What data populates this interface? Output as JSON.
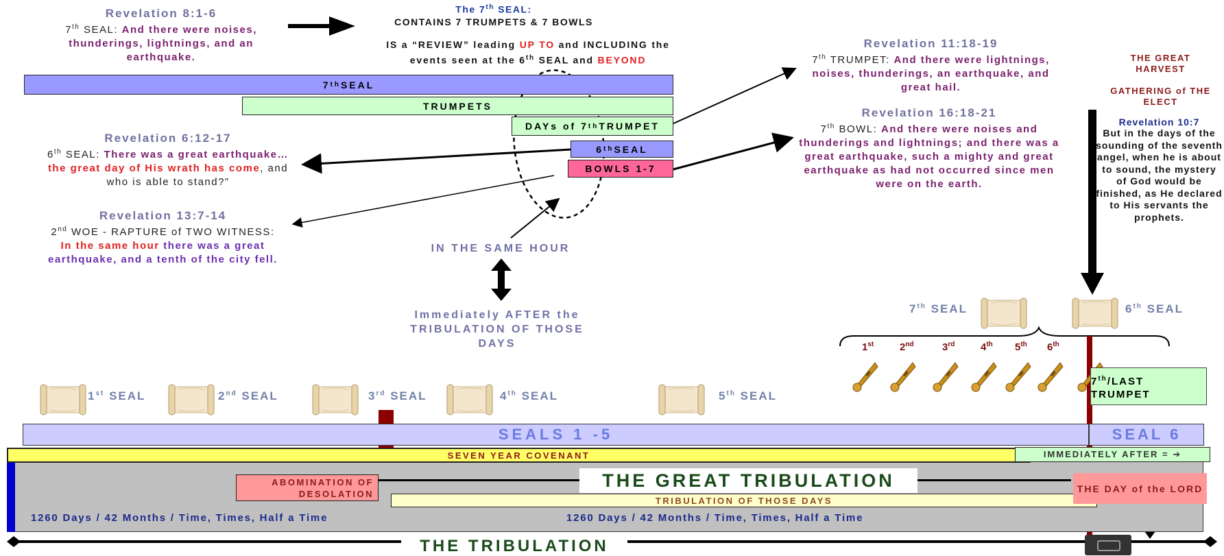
{
  "top": {
    "seal7_title_a": "The 7",
    "seal7_title_sup": "th",
    "seal7_title_b": " SEAL:",
    "contains": "CONTAINS  7 TRUMPETS & 7 BOWLS",
    "review_a": "IS a “REVIEW” leading ",
    "review_upto": "UP TO",
    "review_b": " and INCLUDING the",
    "review_c": "events seen at the 6",
    "review_c_sup": "th",
    "review_d": " SEAL and ",
    "review_beyond": "BEYOND"
  },
  "rev8": {
    "ref": "Revelation 8:1-6",
    "lead": "7",
    "lead_sup": "th",
    "lead_b": " SEAL: ",
    "text": "And there were noises, thunderings, lightnings, and an earthquake."
  },
  "rev6": {
    "ref": "Revelation 6:12-17",
    "lead": "6",
    "lead_sup": "th",
    "lead_b": " SEAL: ",
    "text_a": "There was a great earthquake… ",
    "text_red": "the great day of His wrath has come",
    "text_b": ", and who is able to stand?”"
  },
  "rev13": {
    "ref": "Revelation 13:7-14",
    "lead": "2",
    "lead_sup": "nd",
    "lead_b": " WOE - RAPTURE of TWO WITNESS:",
    "text_red": "In the same hour",
    "text_a": " there was a great earthquake, and a tenth of the city fell."
  },
  "rev11": {
    "ref": "Revelation 11:18-19",
    "lead": "7",
    "lead_sup": "th",
    "lead_b": " TRUMPET: ",
    "text": "And there were lightnings, noises, thunderings, an earthquake, and great hail."
  },
  "rev16": {
    "ref": "Revelation 16:18-21",
    "lead": "7",
    "lead_sup": "th",
    "lead_b": " BOWL:  ",
    "text": "And there were noises and thunderings and lightnings; and there was a great earthquake, such a mighty and great earthquake as had not occurred since men were on the earth."
  },
  "harvest": {
    "line1": "THE GREAT HARVEST",
    "line2": "GATHERING of THE ELECT",
    "ref": "Revelation 10:7",
    "text": "But in the days of the sounding of the seventh angel, when he is about to sound, the mystery of God would be finished, as He declared to His servants the prophets."
  },
  "bars": {
    "seal7": "7",
    "seal7_sup": "th",
    "seal7_b": " SEAL",
    "trumpets": "TRUMPETS",
    "days7": "DAYs of 7",
    "days7_sup": "th",
    "days7_b": " TRUMPET",
    "seal6": "6",
    "seal6_sup": "th",
    "seal6_b": " SEAL",
    "bowls": "BOWLS 1-7"
  },
  "middle": {
    "same_hour": "IN THE SAME HOUR",
    "immediately": "Immediately AFTER the TRIBULATION OF THOSE DAYS"
  },
  "seals_row": [
    {
      "n": "1",
      "sup": "st",
      "b": " SEAL"
    },
    {
      "n": "2",
      "sup": "nd",
      "b": " SEAL"
    },
    {
      "n": "3",
      "sup": "rd",
      "b": " SEAL"
    },
    {
      "n": "4",
      "sup": "th",
      "b": " SEAL"
    },
    {
      "n": "5",
      "sup": "th",
      "b": " SEAL"
    }
  ],
  "right_seals": {
    "s7": "7",
    "s7_sup": "th",
    "s7_b": " SEAL",
    "s6": "6",
    "s6_sup": "th",
    "s6_b": " SEAL"
  },
  "trumpet_numbers": [
    {
      "n": "1",
      "sup": "st"
    },
    {
      "n": "2",
      "sup": "nd"
    },
    {
      "n": "3",
      "sup": "rd"
    },
    {
      "n": "4",
      "sup": "th"
    },
    {
      "n": "5",
      "sup": "th"
    },
    {
      "n": "6",
      "sup": "th"
    }
  ],
  "last_trumpet": {
    "a": "7",
    "sup": "th",
    "b": "/LAST TRUMPET"
  },
  "timeline": {
    "seals15": "SEALS 1 -5",
    "seal6": "SEAL 6",
    "covenant": "SEVEN YEAR COVENANT",
    "immediately_after": "IMMEDIATELY AFTER = ➔",
    "abomination": "ABOMINATION OF DESOLATION",
    "great_trib": "THE GREAT TRIBULATION",
    "those_days": "TRIBULATION OF THOSE DAYS",
    "day_of_lord": "THE DAY of the LORD",
    "days_left": "1260 Days / 42 Months / Time, Times, Half a Time",
    "days_right": "1260 Days / 42 Months / Time, Times, Half a Time",
    "tribulation": "THE TRIBULATION"
  },
  "colors": {
    "seal_blue": "#9999ff",
    "trumpet_green": "#ccffcc",
    "bowl_pink": "#ff6699",
    "seals_band": "#ccccff",
    "covenant_yellow": "#ffff66",
    "trib_grey": "#c0c0c0",
    "salmon": "#ff9999",
    "maroon": "#8b0000"
  }
}
